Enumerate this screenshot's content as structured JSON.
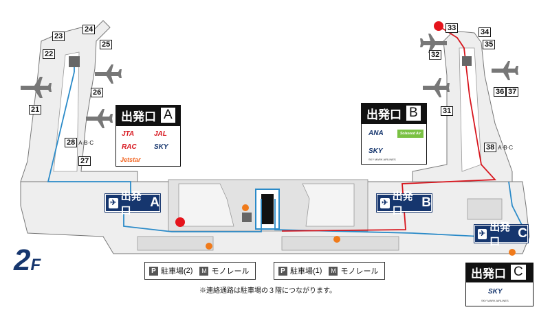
{
  "floor": {
    "number": "2",
    "unit": "F"
  },
  "gates": {
    "g21": "21",
    "g22": "22",
    "g23": "23",
    "g24": "24",
    "g25": "25",
    "g26": "26",
    "g27": "27",
    "g28": "28",
    "g28_sub": "A·B·C",
    "g31": "31",
    "g32": "32",
    "g33": "33",
    "g34": "34",
    "g35": "35",
    "g36": "36",
    "g37": "37",
    "g38": "38",
    "g38_sub": "A·B·C"
  },
  "signs": {
    "a": {
      "label": "出発口",
      "letter": "A"
    },
    "b": {
      "label": "出発口",
      "letter": "B"
    },
    "c": {
      "label": "出発口",
      "letter": "C"
    }
  },
  "departure_signs": {
    "a": {
      "label": "出発口",
      "letter": "A"
    },
    "b": {
      "label": "出発口",
      "letter": "B"
    },
    "c": {
      "label": "出発口",
      "letter": "C"
    }
  },
  "airlines": {
    "a": [
      {
        "name": "JTA",
        "color": "#d7141c"
      },
      {
        "name": "JAL",
        "color": "#d7141c"
      },
      {
        "name": "RAC",
        "color": "#d7141c"
      },
      {
        "name": "SKY",
        "color": "#16366e"
      },
      {
        "name": "Jetstar",
        "color": "#f26522"
      }
    ],
    "b": [
      {
        "name": "ANA",
        "color": "#16366e"
      },
      {
        "name": "Solaseed Air",
        "color": "#7ac143"
      },
      {
        "name": "SKY",
        "color": "#16366e"
      }
    ],
    "b_caption": "SKY MARK AIRLINES",
    "c": [
      {
        "name": "SKY",
        "color": "#16366e"
      }
    ],
    "c_caption": "SKY MARK AIRLINES"
  },
  "parking": [
    {
      "p": "P",
      "label": "駐車場(",
      "lot": "2",
      "close": ")",
      "m": "M",
      "mono": "モノレール"
    },
    {
      "p": "P",
      "label": "駐車場(",
      "lot": "1",
      "close": ")",
      "m": "M",
      "mono": "モノレール"
    }
  ],
  "note": "※連絡通路は駐車場の３階につながります。",
  "colors": {
    "route_blue": "#2a8ac8",
    "route_red": "#d7141c",
    "navy": "#16366e",
    "marker_orange": "#f07a1a",
    "marker_red": "#e5141c"
  }
}
